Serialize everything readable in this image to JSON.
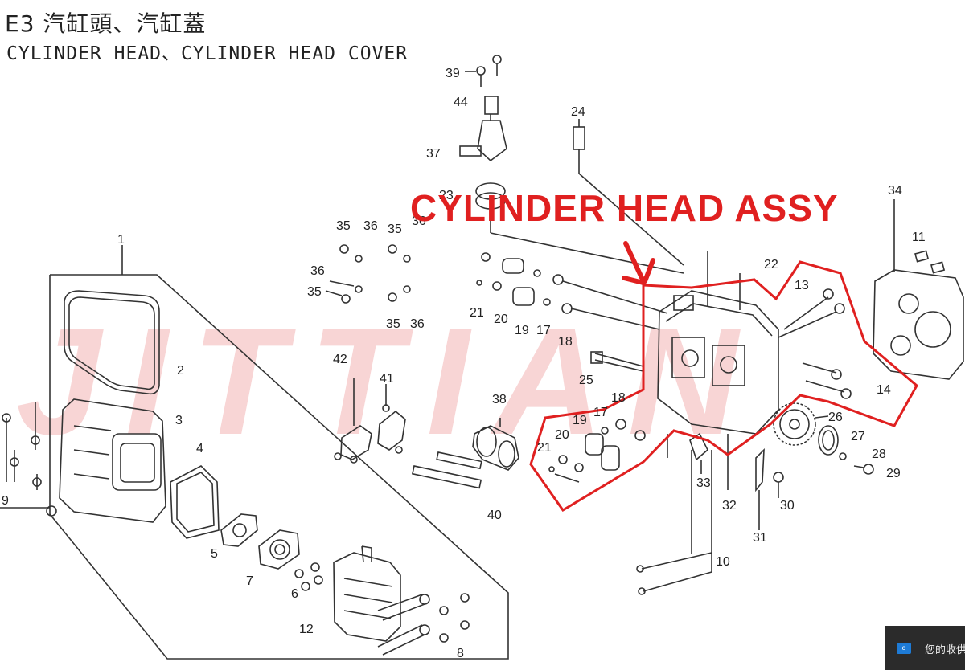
{
  "header": {
    "title_cn": "E3 汽缸頭、汽缸蓋",
    "title_en": "CYLINDER HEAD、CYLINDER HEAD COVER"
  },
  "annotation": {
    "label": "CYLINDER HEAD ASSY",
    "color": "#e02020"
  },
  "watermark": {
    "text": "JITTIAN",
    "color": "#f6c8c8"
  },
  "badge": {
    "icon": "o",
    "text": "您的收供"
  },
  "part_numbers": [
    {
      "id": "p1",
      "label": "1"
    },
    {
      "id": "p2",
      "label": "2"
    },
    {
      "id": "p3",
      "label": "3"
    },
    {
      "id": "p4",
      "label": "4"
    },
    {
      "id": "p5",
      "label": "5"
    },
    {
      "id": "p6",
      "label": "6"
    },
    {
      "id": "p7",
      "label": "7"
    },
    {
      "id": "p8",
      "label": "8"
    },
    {
      "id": "p9",
      "label": "9"
    },
    {
      "id": "p10",
      "label": "10"
    },
    {
      "id": "p11",
      "label": "11"
    },
    {
      "id": "p12",
      "label": "12"
    },
    {
      "id": "p13",
      "label": "13"
    },
    {
      "id": "p14",
      "label": "14"
    },
    {
      "id": "p17a",
      "label": "17"
    },
    {
      "id": "p17b",
      "label": "17"
    },
    {
      "id": "p18a",
      "label": "18"
    },
    {
      "id": "p18b",
      "label": "18"
    },
    {
      "id": "p19a",
      "label": "19"
    },
    {
      "id": "p19b",
      "label": "19"
    },
    {
      "id": "p20a",
      "label": "20"
    },
    {
      "id": "p20b",
      "label": "20"
    },
    {
      "id": "p21a",
      "label": "21"
    },
    {
      "id": "p21b",
      "label": "21"
    },
    {
      "id": "p22",
      "label": "22"
    },
    {
      "id": "p23",
      "label": "23"
    },
    {
      "id": "p24",
      "label": "24"
    },
    {
      "id": "p25",
      "label": "25"
    },
    {
      "id": "p26",
      "label": "26"
    },
    {
      "id": "p27",
      "label": "27"
    },
    {
      "id": "p28",
      "label": "28"
    },
    {
      "id": "p29",
      "label": "29"
    },
    {
      "id": "p30",
      "label": "30"
    },
    {
      "id": "p31",
      "label": "31"
    },
    {
      "id": "p32",
      "label": "32"
    },
    {
      "id": "p33",
      "label": "33"
    },
    {
      "id": "p34",
      "label": "34"
    },
    {
      "id": "p35a",
      "label": "35"
    },
    {
      "id": "p35b",
      "label": "35"
    },
    {
      "id": "p35c",
      "label": "35"
    },
    {
      "id": "p35d",
      "label": "35"
    },
    {
      "id": "p36a",
      "label": "36"
    },
    {
      "id": "p36b",
      "label": "36"
    },
    {
      "id": "p36c",
      "label": "36"
    },
    {
      "id": "p36d",
      "label": "36"
    },
    {
      "id": "p37",
      "label": "37"
    },
    {
      "id": "p38",
      "label": "38"
    },
    {
      "id": "p39",
      "label": "39"
    },
    {
      "id": "p40",
      "label": "40"
    },
    {
      "id": "p41",
      "label": "41"
    },
    {
      "id": "p42",
      "label": "42"
    },
    {
      "id": "p44",
      "label": "44"
    }
  ]
}
